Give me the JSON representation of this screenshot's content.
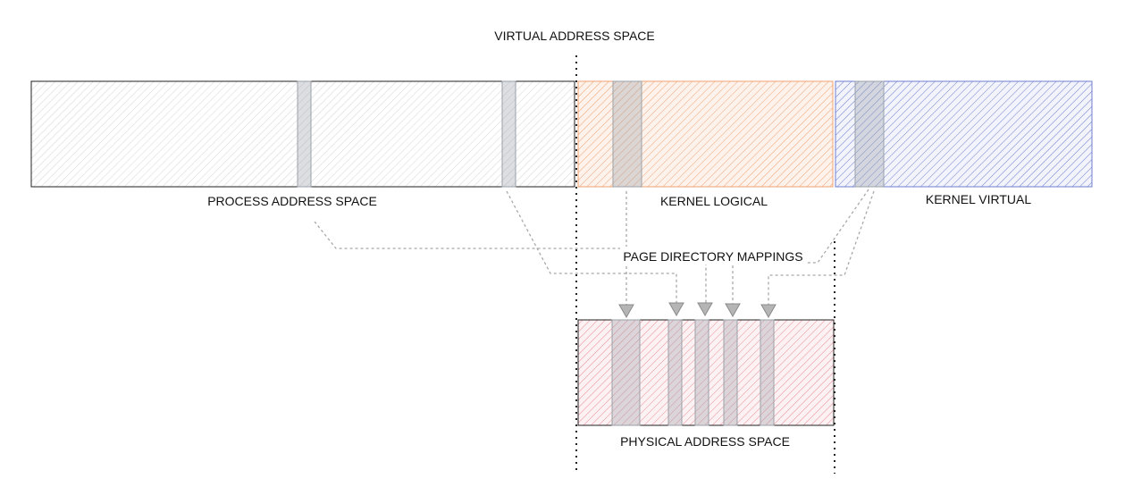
{
  "title": "VIRTUAL ADDRESS SPACE",
  "regions": {
    "process": "PROCESS ADDRESS SPACE",
    "kernel_logical": "KERNEL LOGICAL",
    "kernel_virtual": "KERNEL VIRTUAL",
    "physical": "PHYSICAL ADDRESS SPACE"
  },
  "mappings_label": "PAGE DIRECTORY MAPPINGS",
  "colors": {
    "process_hatch": "#d4d4d4",
    "kernel_logical_hatch": "#f0a070",
    "kernel_virtual_hatch": "#6f7fd0",
    "physical_hatch": "#e88a94",
    "page_block": "#9aa1a8",
    "mapping_line": "#a8a8a8",
    "arrow": "#9a9a9a"
  }
}
